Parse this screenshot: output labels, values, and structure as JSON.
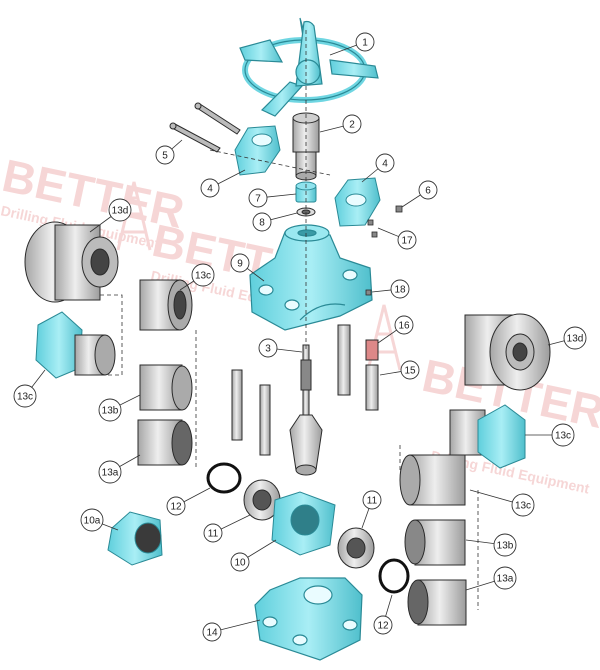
{
  "diagram": {
    "kind": "exploded-view",
    "colors": {
      "highlight": "#8fe3ee",
      "highlight_stroke": "#2a8a96",
      "metal": "#d9d9d9",
      "metal_dark": "#9a9a9a",
      "outline": "#2b2b2b",
      "watermark": "#e58a8a"
    },
    "watermark": {
      "line1": "BETTER",
      "line2": "Drilling Fluid Equipment"
    },
    "callouts": [
      {
        "id": "c1",
        "label": "1"
      },
      {
        "id": "c2",
        "label": "2"
      },
      {
        "id": "c3",
        "label": "3"
      },
      {
        "id": "c4a",
        "label": "4"
      },
      {
        "id": "c4b",
        "label": "4"
      },
      {
        "id": "c5",
        "label": "5"
      },
      {
        "id": "c6",
        "label": "6"
      },
      {
        "id": "c7",
        "label": "7"
      },
      {
        "id": "c8",
        "label": "8"
      },
      {
        "id": "c9",
        "label": "9"
      },
      {
        "id": "c10",
        "label": "10"
      },
      {
        "id": "c10a",
        "label": "10a"
      },
      {
        "id": "c11a",
        "label": "11"
      },
      {
        "id": "c11b",
        "label": "11"
      },
      {
        "id": "c12a",
        "label": "12"
      },
      {
        "id": "c12b",
        "label": "12"
      },
      {
        "id": "c13aL",
        "label": "13a"
      },
      {
        "id": "c13bL",
        "label": "13b"
      },
      {
        "id": "c13cL1",
        "label": "13c"
      },
      {
        "id": "c13cL2",
        "label": "13c"
      },
      {
        "id": "c13dL",
        "label": "13d"
      },
      {
        "id": "c13aR",
        "label": "13a"
      },
      {
        "id": "c13bR",
        "label": "13b"
      },
      {
        "id": "c13cR1",
        "label": "13c"
      },
      {
        "id": "c13cR2",
        "label": "13c"
      },
      {
        "id": "c13dR",
        "label": "13d"
      },
      {
        "id": "c14",
        "label": "14"
      },
      {
        "id": "c15",
        "label": "15"
      },
      {
        "id": "c16",
        "label": "16"
      },
      {
        "id": "c17",
        "label": "17"
      },
      {
        "id": "c18",
        "label": "18"
      }
    ]
  }
}
